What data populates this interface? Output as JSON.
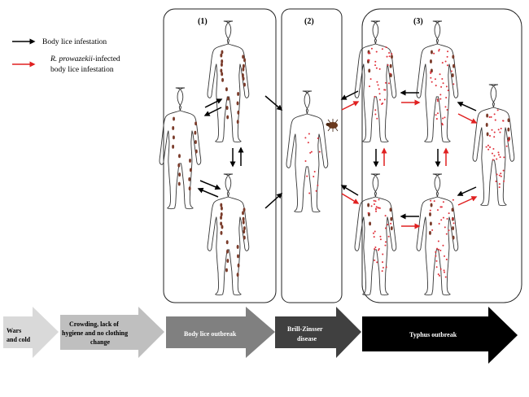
{
  "legend": {
    "black_arrow_label": "Body lice infestation",
    "red_arrow_label_species": "R. prowazekii",
    "red_arrow_label_rest": "-infected",
    "red_arrow_label_line2": "body lice  infestation",
    "black_color": "#000000",
    "red_color": "#e02020"
  },
  "panels": [
    {
      "label": "(1)"
    },
    {
      "label": "(2)"
    },
    {
      "label": "(3)"
    }
  ],
  "stages": {
    "wars": {
      "line1": "Wars",
      "line2": "and  cold"
    },
    "crowding": {
      "line1": "Crowding,  lack of",
      "line2": "hygiene and  no clothing",
      "line3": "change"
    },
    "outbreak": {
      "line1": "Body  lice outbreak"
    },
    "brill": {
      "line1": "Brill-Zinsser",
      "line2": "disease"
    },
    "typhus": {
      "line1": "Typhus  outbreak"
    }
  },
  "colors": {
    "lice_dot": "#7a3b2a",
    "infected_dot": "#e0303a",
    "arrow_wars": "#d9d9d9",
    "arrow_crowding": "#bfbfbf",
    "arrow_outbreak": "#808080",
    "arrow_brill": "#404040",
    "arrow_typhus": "#000000"
  }
}
